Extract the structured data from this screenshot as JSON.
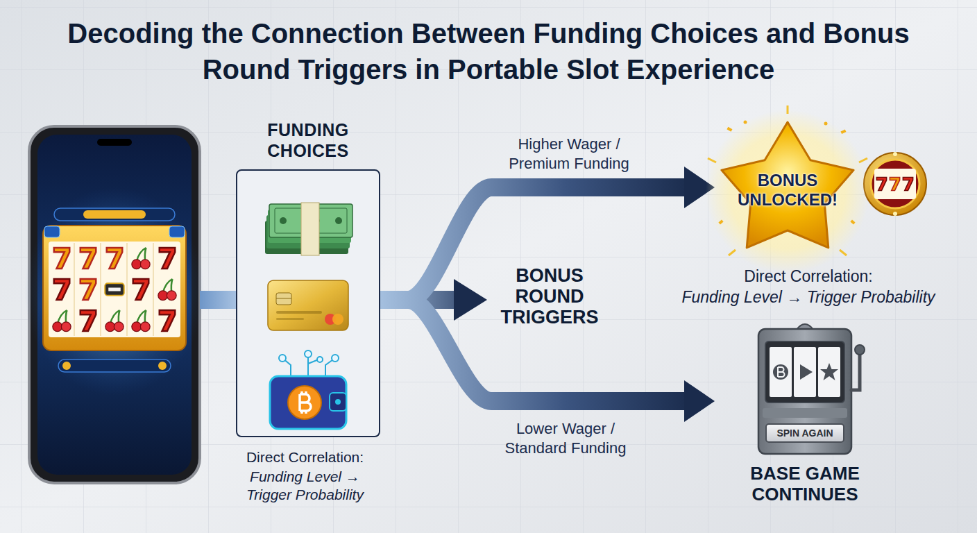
{
  "diagram": {
    "title": "Decoding the Connection Between Funding Choices and Bonus Round Triggers in Portable Slot Experience",
    "nodes": [
      {
        "text": [
          "FUNDING CHOICES"
        ]
      },
      {
        "text": [
          "BONUS UNLOCKED!"
        ]
      },
      {
        "text": [
          "SPIN AGAIN",
          "BASE GAME CONTINUES"
        ]
      }
    ],
    "edges": [
      {
        "from": 0,
        "to": 1,
        "arrow": "to",
        "label": "Higher Wager / Premium Funding"
      },
      {
        "from": 0,
        "to": 2,
        "arrow": "to",
        "label": "Lower Wager / Standard Funding"
      }
    ],
    "labels": [
      "BONUS ROUND TRIGGERS",
      "Direct Correlation:",
      "Funding Level → Trigger Probability",
      "Direct Correlation:",
      "Funding Level → Trigger Probability"
    ]
  }
}
